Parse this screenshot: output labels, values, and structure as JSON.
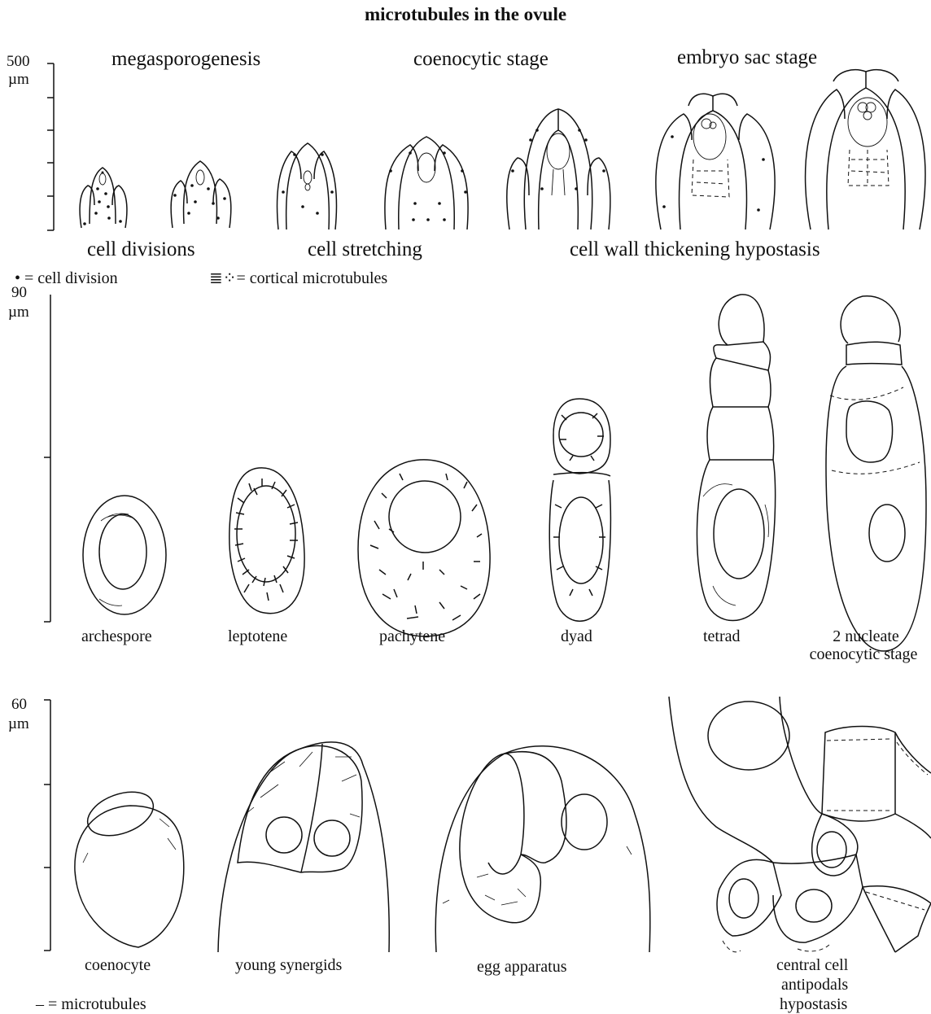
{
  "title": "microtubules in the ovule",
  "panel1": {
    "axis_value": "500",
    "axis_unit": "µm",
    "stages": [
      "megasporogenesis",
      "coenocytic stage",
      "embryo sac stage"
    ],
    "processes": [
      "cell divisions",
      "cell stretching",
      "cell wall thickening hypostasis"
    ],
    "legend_dot": "• = cell division",
    "legend_mt": "≣⁘= cortical microtubules"
  },
  "panel2": {
    "axis_value": "90",
    "axis_unit": "µm",
    "labels": [
      "archespore",
      "leptotene",
      "pachytene",
      "dyad",
      "tetrad"
    ],
    "label_last_1": "2 nucleate",
    "label_last_2": "coenocytic stage"
  },
  "panel3": {
    "axis_value": "60",
    "axis_unit": "µm",
    "labels": [
      "coenocyte",
      "young synergids",
      "egg apparatus"
    ],
    "label_last_1": "central cell",
    "label_last_2": "antipodals",
    "label_last_3": "hypostasis",
    "legend": "– = microtubules"
  }
}
